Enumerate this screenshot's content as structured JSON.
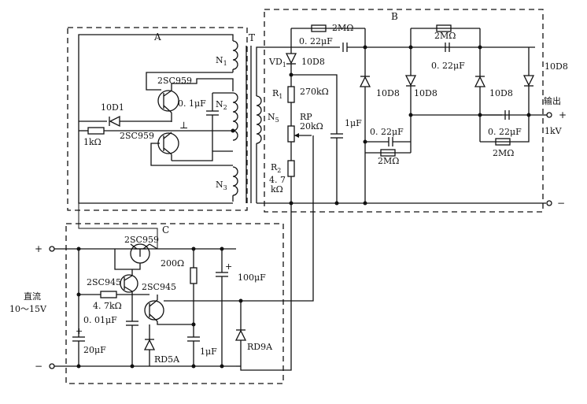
{
  "blocks": {
    "a": "A",
    "b": "B",
    "c": "C"
  },
  "transformer": {
    "label": "T",
    "n1": "N",
    "n1_sub": "1",
    "n2": "N",
    "n2_sub": "2",
    "n3": "N",
    "n3_sub": "3",
    "n5": "N",
    "n5_sub": "5"
  },
  "block_a": {
    "transistor_top": "2SC959",
    "transistor_bottom": "2SC959",
    "diode": "10D1",
    "resistor": "1kΩ",
    "capacitor": "0. 1μF",
    "ground_mark": "⊥"
  },
  "block_b": {
    "vd1": "VD",
    "vd1_sub": "1",
    "vd1_type": "10D8",
    "r1": "R",
    "r1_sub": "1",
    "r1_value": "270kΩ",
    "rp": "RP",
    "rp_value": "20kΩ",
    "r2": "R",
    "r2_sub": "2",
    "r2_value_1": "4. 7",
    "r2_value_2": "kΩ",
    "cap_1uf": "1μF",
    "top_res_1": "2MΩ",
    "top_cap_1": "0. 22μF",
    "top_res_2": "2MΩ",
    "top_cap_2": "0. 22μF",
    "diode_label_right": "10D8",
    "d2": "10D8",
    "d3": "10D8",
    "d4": "10D8",
    "bot_cap_1": "0. 22μF",
    "bot_res_1": "2MΩ",
    "bot_cap_2": "0. 22μF",
    "bot_res_2": "2MΩ",
    "output_label": "输出",
    "output_plus": "+",
    "output_voltage": "1kV",
    "output_minus": "−"
  },
  "block_c": {
    "q1": "2SC959",
    "q2": "2SC945",
    "q3": "2SC945",
    "r_200": "200Ω",
    "c_100uf": "100μF",
    "r_47k": "4. 7kΩ",
    "c_001": "0. 01μF",
    "c_20uf": "20μF",
    "zener_1": "RD5A",
    "c_1uf": "1μF",
    "zener_2": "RD9A",
    "plus": "+",
    "minus": "−",
    "dc_label": "直流",
    "dc_range": "10～15V",
    "cap_plus_1": "+",
    "cap_plus_2": "+"
  }
}
